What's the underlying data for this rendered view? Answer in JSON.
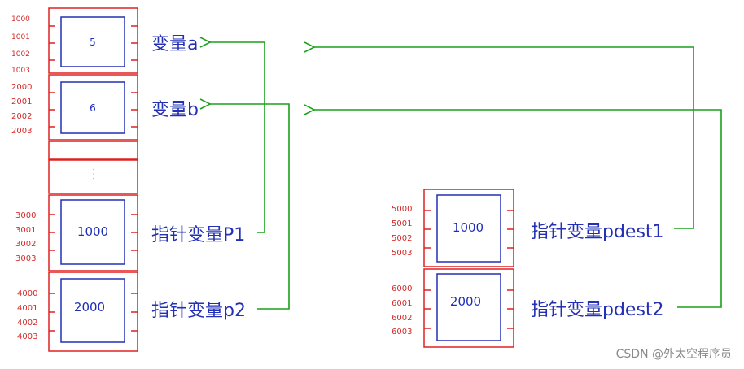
{
  "memory_left": {
    "block_a": {
      "addresses": [
        "1000",
        "1001",
        "1002",
        "1003"
      ],
      "value": "5"
    },
    "block_b": {
      "addresses": [
        "2000",
        "2001",
        "2002",
        "2003"
      ],
      "value": "6"
    },
    "ellipsis": "· · ·",
    "block_p1": {
      "addresses": [
        "3000",
        "3001",
        "3002",
        "3003"
      ],
      "value": "1000"
    },
    "block_p2": {
      "addresses": [
        "4000",
        "4001",
        "4002",
        "4003"
      ],
      "value": "2000"
    }
  },
  "memory_right": {
    "block_pdest1": {
      "addresses": [
        "5000",
        "5001",
        "5002",
        "5003"
      ],
      "value": "1000"
    },
    "block_pdest2": {
      "addresses": [
        "6000",
        "6001",
        "6002",
        "6003"
      ],
      "value": "2000"
    }
  },
  "labels": {
    "var_a": "变量a",
    "var_b": "变量b",
    "ptr_p1": "指针变量P1",
    "ptr_p2": "指针变量p2",
    "ptr_pdest1": "指针变量pdest1",
    "ptr_pdest2": "指针变量pdest2"
  },
  "colors": {
    "memory": "#e02020",
    "box": "#2330b5",
    "arrow": "#1aa01a",
    "text": "#2330b5"
  },
  "watermark": "CSDN @外太空程序员"
}
